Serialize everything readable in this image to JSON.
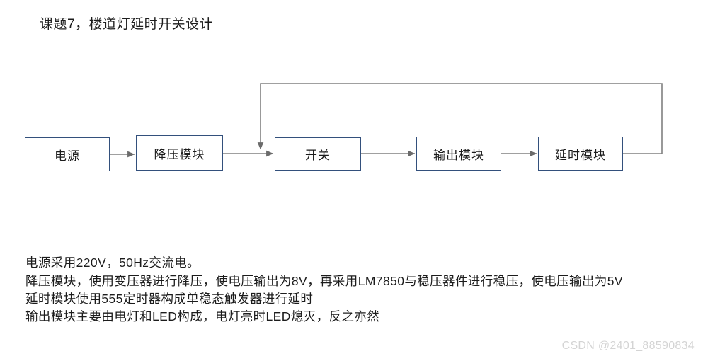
{
  "document": {
    "title": "课题7，楼道灯延时开关设计",
    "background_color": "#ffffff",
    "text_color": "#1c1c1c"
  },
  "diagram": {
    "type": "block-flow-diagram",
    "node_border_color": "#33507c",
    "connector_color": "#808080",
    "nodes": [
      {
        "id": "power",
        "label": "电源"
      },
      {
        "id": "step_down",
        "label": "降压模块"
      },
      {
        "id": "switch",
        "label": "开关"
      },
      {
        "id": "output",
        "label": "输出模块"
      },
      {
        "id": "delay",
        "label": "延时模块"
      }
    ],
    "edges": [
      {
        "from": "power",
        "to": "step_down",
        "style": "arrow"
      },
      {
        "from": "step_down",
        "to": "switch",
        "style": "arrow"
      },
      {
        "from": "switch",
        "to": "output",
        "style": "arrow"
      },
      {
        "from": "output",
        "to": "delay",
        "style": "arrow"
      },
      {
        "from": "delay",
        "to": "switch",
        "style": "feedback-loop-arrow"
      }
    ]
  },
  "description": {
    "lines": [
      "电源采用220V，50Hz交流电。",
      "降压模块，使用变压器进行降压，使电压输出为8V，再采用LM7850与稳压器件进行稳压，使电压输出为5V",
      "延时模块使用555定时器构成单稳态触发器进行延时",
      "输出模块主要由电灯和LED构成，电灯亮时LED熄灭，反之亦然"
    ]
  },
  "watermark": {
    "text": "CSDN @2401_88590834",
    "color": "#d4d4d4"
  }
}
